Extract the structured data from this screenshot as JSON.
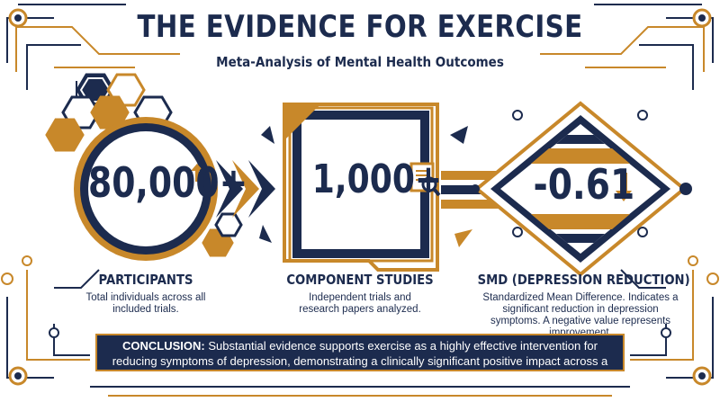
{
  "header": {
    "title": "THE EVIDENCE FOR EXERCISE",
    "subtitle": "Meta-Analysis of Mental Health Outcomes"
  },
  "stats": [
    {
      "value": "80,000+",
      "label": "PARTICIPANTS",
      "description": "Total individuals across all included trials.",
      "indicator_icon": "arrow-up-icon"
    },
    {
      "value": "1,000+",
      "label": "COMPONENT STUDIES",
      "description": "Independent trials and research papers analyzed.",
      "indicator_icon": "document-search-icon"
    },
    {
      "value": "-0.61",
      "label": "SMD (DEPRESSION REDUCTION)",
      "description": "Standardized Mean Difference. Indicates a significant reduction in depression symptoms. A negative value represents improvement.",
      "indicator_icon": "arrow-down-icon"
    }
  ],
  "conclusion": {
    "label": "CONCLUSION:",
    "text": " Substantial evidence supports exercise as a highly effective intervention for reducing symptoms of depression, demonstrating a clinically significant positive impact across a vast, diverse body of research."
  },
  "colors": {
    "navy": "#1c2b4e",
    "gold": "#c8882a",
    "background": "#ffffff"
  }
}
